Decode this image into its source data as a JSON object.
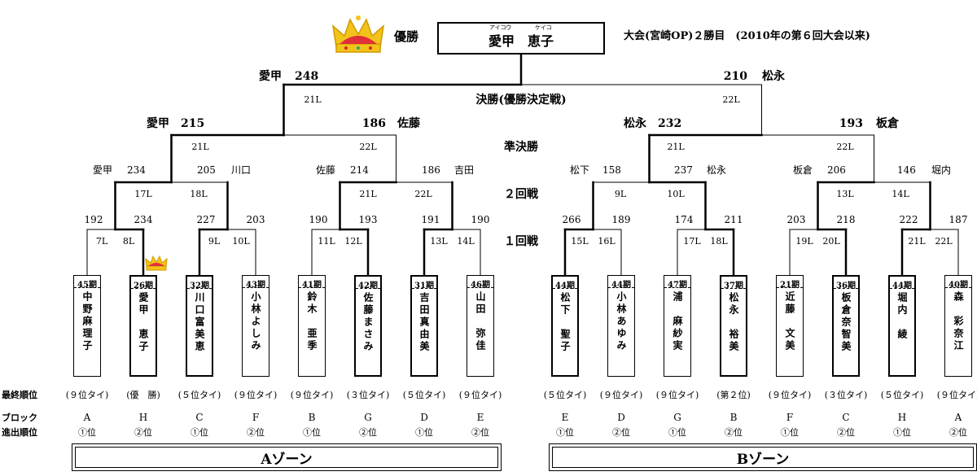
{
  "header": {
    "champion_label": "優勝",
    "champion_name": "愛甲　恵子",
    "ruby_family": "アイコウ",
    "ruby_given": "ケイコ",
    "note": "大会(宮崎OP)２勝目　(2010年の第６回大会以来)"
  },
  "round_labels": {
    "final": "決勝(優勝決定戦)",
    "semi": "準決勝",
    "r2": "２回戦",
    "r1": "１回戦"
  },
  "final": {
    "left": {
      "name": "愛甲",
      "score": "248",
      "lane": "21L"
    },
    "right": {
      "name": "松永",
      "score": "210",
      "lane": "22L"
    }
  },
  "semis": [
    {
      "left": {
        "name": "愛甲",
        "score": "215",
        "lane": "21L"
      },
      "right": {
        "name": "佐藤",
        "score": "186",
        "lane": "22L"
      }
    },
    {
      "left": {
        "name": "松永",
        "score": "232",
        "lane": "21L"
      },
      "right": {
        "name": "板倉",
        "score": "193",
        "lane": "22L"
      }
    }
  ],
  "round2": [
    {
      "left": {
        "name": "愛甲",
        "score": "234",
        "lane": "17L"
      },
      "right": {
        "name": "川口",
        "score": "205",
        "lane": "18L"
      }
    },
    {
      "left": {
        "name": "佐藤",
        "score": "214",
        "lane": "21L"
      },
      "right": {
        "name": "吉田",
        "score": "186",
        "lane": "22L"
      }
    },
    {
      "left": {
        "name": "松下",
        "score": "158",
        "lane": "9L"
      },
      "right": {
        "name": "松永",
        "score": "237",
        "lane": "10L"
      }
    },
    {
      "left": {
        "name": "板倉",
        "score": "206",
        "lane": "13L"
      },
      "right": {
        "name": "堀内",
        "score": "146",
        "lane": "14L"
      }
    }
  ],
  "round1": [
    {
      "lscore": "192",
      "rscore": "234",
      "llane": "7L",
      "rlane": "8L"
    },
    {
      "lscore": "227",
      "rscore": "203",
      "llane": "9L",
      "rlane": "10L"
    },
    {
      "lscore": "190",
      "rscore": "193",
      "llane": "11L",
      "rlane": "12L"
    },
    {
      "lscore": "191",
      "rscore": "190",
      "llane": "13L",
      "rlane": "14L"
    },
    {
      "lscore": "266",
      "rscore": "189",
      "llane": "15L",
      "rlane": "16L"
    },
    {
      "lscore": "174",
      "rscore": "211",
      "llane": "17L",
      "rlane": "18L"
    },
    {
      "lscore": "203",
      "rscore": "218",
      "llane": "19L",
      "rlane": "20L"
    },
    {
      "lscore": "222",
      "rscore": "187",
      "llane": "21L",
      "rlane": "22L"
    }
  ],
  "players": [
    {
      "term": "45期",
      "name": "中野麻理子",
      "rank": "(９位タイ)",
      "block": "A",
      "advance": "①位"
    },
    {
      "term": "26期",
      "name": "愛甲　恵子",
      "rank": "(優　勝)",
      "block": "H",
      "advance": "②位"
    },
    {
      "term": "32期",
      "name": "川口富美恵",
      "rank": "(５位タイ)",
      "block": "C",
      "advance": "①位"
    },
    {
      "term": "43期",
      "name": "小林よしみ",
      "rank": "(９位タイ)",
      "block": "F",
      "advance": "②位"
    },
    {
      "term": "41期",
      "name": "鈴木　亜季",
      "rank": "(９位タイ)",
      "block": "B",
      "advance": "①位"
    },
    {
      "term": "42期",
      "name": "佐藤まさみ",
      "rank": "(３位タイ)",
      "block": "G",
      "advance": "②位"
    },
    {
      "term": "31期",
      "name": "吉田真由美",
      "rank": "(５位タイ)",
      "block": "D",
      "advance": "①位"
    },
    {
      "term": "46期",
      "name": "山田　弥佳",
      "rank": "(９位タイ)",
      "block": "E",
      "advance": "②位"
    },
    {
      "term": "44期",
      "name": "松下　聖子",
      "rank": "(５位タイ)",
      "block": "E",
      "advance": "①位"
    },
    {
      "term": "44期",
      "name": "小林あゆみ",
      "rank": "(９位タイ)",
      "block": "D",
      "advance": "②位"
    },
    {
      "term": "47期",
      "name": "浦　麻紗実",
      "rank": "(９位タイ)",
      "block": "G",
      "advance": "①位"
    },
    {
      "term": "37期",
      "name": "松永　裕美",
      "rank": "(第２位)",
      "block": "B",
      "advance": "②位"
    },
    {
      "term": "21期",
      "name": "近藤　文美",
      "rank": "(９位タイ)",
      "block": "F",
      "advance": "①位"
    },
    {
      "term": "36期",
      "name": "板倉奈智美",
      "rank": "(３位タイ)",
      "block": "C",
      "advance": "②位"
    },
    {
      "term": "44期",
      "name": "堀内　綾",
      "rank": "(５位タイ)",
      "block": "H",
      "advance": "①位"
    },
    {
      "term": "40期",
      "name": "森　彩奈江",
      "rank": "(９位タイ)",
      "block": "A",
      "advance": "②位"
    }
  ],
  "row_labels": {
    "rank": "最終順位",
    "block": "ブロック",
    "advance": "進出順位"
  },
  "zones": {
    "a": "Aゾーン",
    "b": "Bゾーン"
  },
  "winners": {
    "round1": [
      "R",
      "L",
      "R",
      "L",
      "L",
      "R",
      "R",
      "L"
    ],
    "round2": [
      "L",
      "L",
      "R",
      "L"
    ],
    "semis": [
      "L",
      "L"
    ],
    "final": "L"
  },
  "icons": {
    "crown": "crown-icon"
  }
}
